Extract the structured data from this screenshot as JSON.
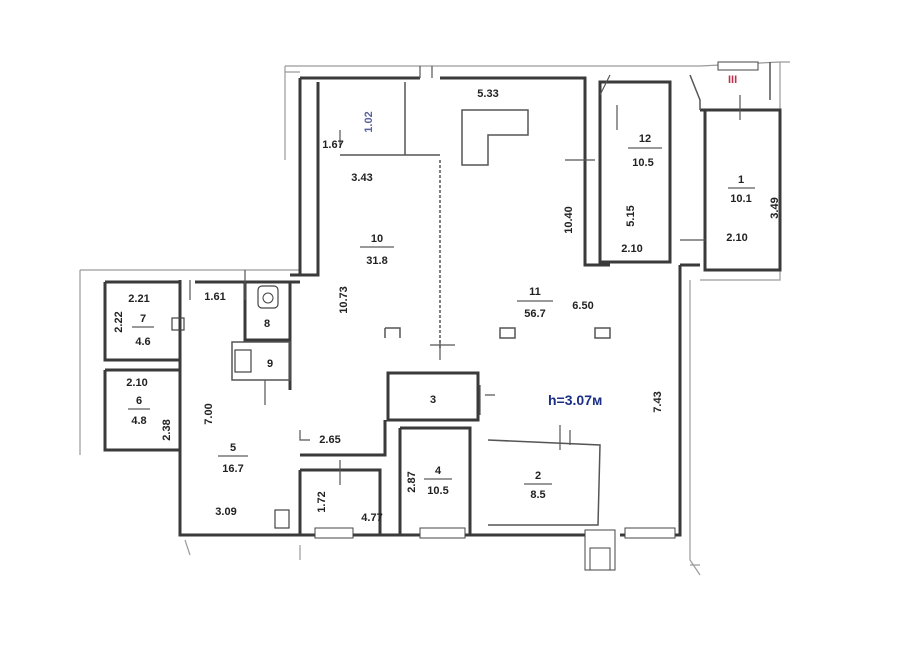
{
  "plan": {
    "ceiling_height": "h=3.07м",
    "stair_marker": "III",
    "rooms": [
      {
        "id": "room-1",
        "number": "1",
        "area": "10.1"
      },
      {
        "id": "room-2",
        "number": "2",
        "area": "8.5"
      },
      {
        "id": "room-3",
        "number": "3",
        "area": ""
      },
      {
        "id": "room-4",
        "number": "4",
        "area": "10.5"
      },
      {
        "id": "room-5",
        "number": "5",
        "area": "16.7"
      },
      {
        "id": "room-6",
        "number": "6",
        "area": "4.8"
      },
      {
        "id": "room-7",
        "number": "7",
        "area": "4.6"
      },
      {
        "id": "room-8",
        "number": "8",
        "area": ""
      },
      {
        "id": "room-9",
        "number": "9",
        "area": ""
      },
      {
        "id": "room-10",
        "number": "10",
        "area": "31.8"
      },
      {
        "id": "room-11",
        "number": "11",
        "area": "56.7"
      },
      {
        "id": "room-12",
        "number": "12",
        "area": "10.5"
      }
    ],
    "dimensions": [
      "5.33",
      "1.02",
      "1.67",
      "3.43",
      "10.73",
      "10.40",
      "5.15",
      "2.10",
      "2.10",
      "3.49",
      "6.50",
      "7.43",
      "2.21",
      "2.22",
      "1.61",
      "2.10",
      "2.38",
      "7.00",
      "3.09",
      "2.65",
      "1.72",
      "4.77",
      "2.87"
    ]
  }
}
